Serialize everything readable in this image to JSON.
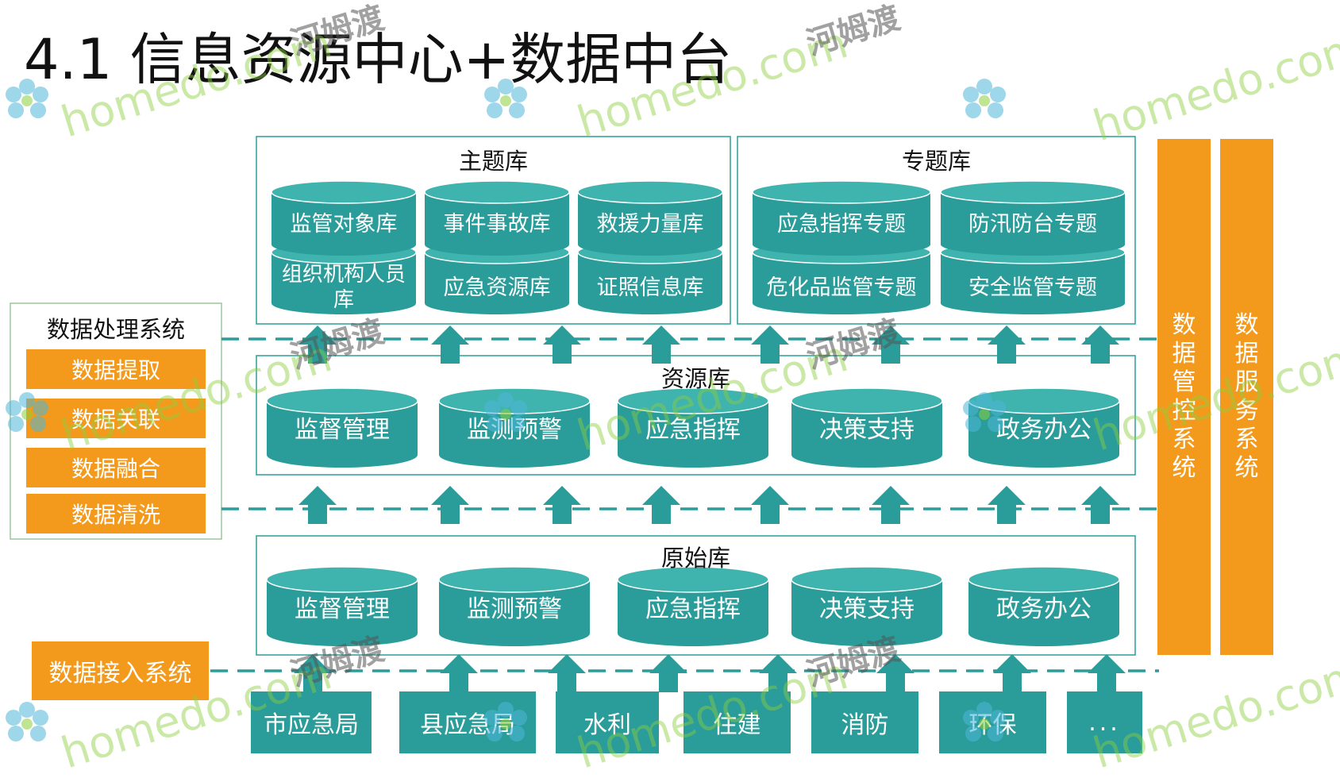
{
  "title": "4.1 信息资源中心+数据中台",
  "theme_lib": {
    "title": "主题库",
    "items": [
      "监管对象库",
      "事件事故库",
      "救援力量库",
      "组织机构人员库",
      "应急资源库",
      "证照信息库"
    ]
  },
  "topic_lib": {
    "title": "专题库",
    "items": [
      "应急指挥专题",
      "防汛防台专题",
      "危化品监管专题",
      "安全监管专题"
    ]
  },
  "resource_lib": {
    "title": "资源库",
    "items": [
      "监督管理",
      "监测预警",
      "应急指挥",
      "决策支持",
      "政务办公"
    ]
  },
  "raw_lib": {
    "title": "原始库",
    "items": [
      "监督管理",
      "监测预警",
      "应急指挥",
      "决策支持",
      "政务办公"
    ]
  },
  "processing": {
    "title": "数据处理系统",
    "items": [
      "数据提取",
      "数据关联",
      "数据融合",
      "数据清洗"
    ]
  },
  "access_system": "数据接入系统",
  "sources": [
    "市应急局",
    "县应急局",
    "水利",
    "住建",
    "消防",
    "环保",
    "..."
  ],
  "vertical": {
    "control": "数据管控系统",
    "service": "数据服务系统"
  },
  "watermark": {
    "brand": "homedo.com",
    "cn": "河姆渡"
  },
  "colors": {
    "teal": "#2a9d9a",
    "teal_top": "#3fb3ae",
    "orange": "#f39a1d"
  }
}
